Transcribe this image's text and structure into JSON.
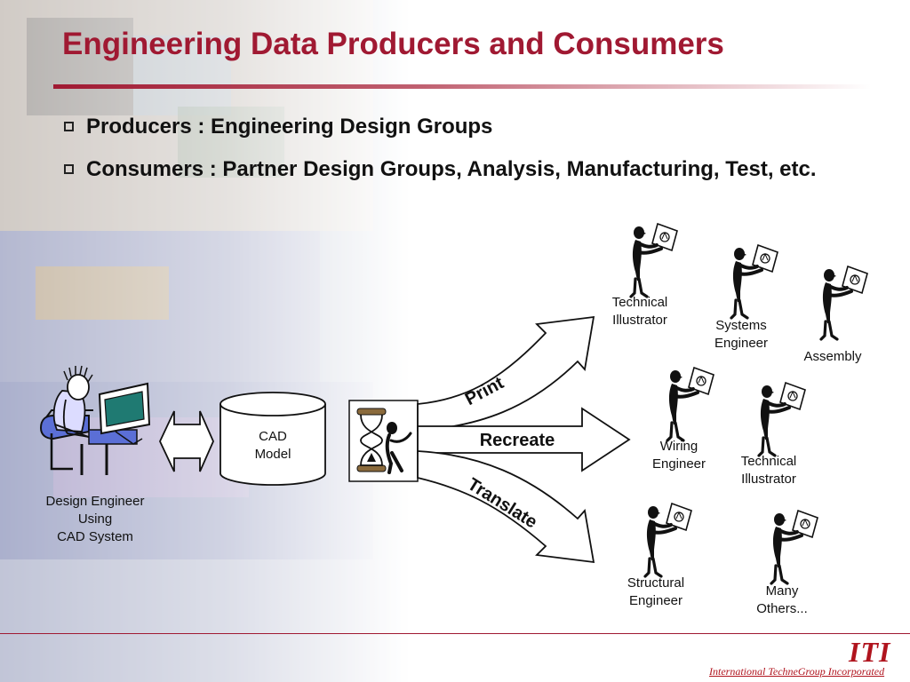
{
  "slide": {
    "title": "Engineering Data Producers and Consumers",
    "bullets": [
      "Producers : Engineering Design Groups",
      "Consumers : Partner Design Groups, Analysis, Manufacturing, Test, etc."
    ]
  },
  "diagram": {
    "source_label": "Design Engineer\nUsing\nCAD System",
    "model_label": "CAD\nModel",
    "arrows": [
      "Print",
      "Recreate",
      "Translate"
    ],
    "consumers": [
      "Technical\nIllustrator",
      "Systems\nEngineer",
      "Assembly",
      "Wiring\nEngineer",
      "Technical\nIllustrator",
      "Structural\nEngineer",
      "Many\nOthers..."
    ]
  },
  "footer": {
    "logo": "ITI",
    "company": "International TechneGroup Incorporated"
  },
  "colors": {
    "title": "#a01932",
    "accent_rule": "#a01932",
    "logo": "#b0141e",
    "monitor_screen": "#1f7a72",
    "figure_fill": "#5b6fd6"
  }
}
